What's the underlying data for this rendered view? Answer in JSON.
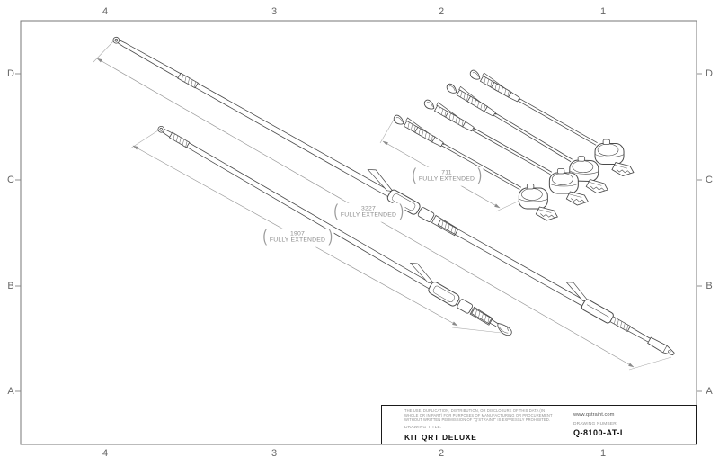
{
  "sheet": {
    "zones": {
      "columns": [
        "4",
        "3",
        "2",
        "1"
      ],
      "rows": [
        "D",
        "C",
        "B",
        "A"
      ]
    }
  },
  "punct": {
    "open": "(",
    "close": ")"
  },
  "dims": {
    "d711": {
      "value": "711",
      "note": "FULLY EXTENDED"
    },
    "d3227": {
      "value": "3227",
      "note": "FULLY EXTENDED"
    },
    "d1907": {
      "value": "1907",
      "note": "FULLY EXTENDED"
    }
  },
  "title_block": {
    "legal_line1": "THE USE, DUPLICATION, DISTRIBUTION, OR DISCLOSURE OF THIS DATA (IN",
    "legal_line2": "WHOLE OR IN PART) FOR PURPOSES OF MANUFACTURING OR PROCUREMENT",
    "legal_line3": "WITHOUT WRITTEN PERMISSION OF \"Q'STRAINT\" IS EXPRESSLY PROHIBITED.",
    "website": "www.qstraint.com",
    "drawing_title_label": "DRAWING TITLE:",
    "drawing_title": "KIT QRT DELUXE",
    "drawing_number_label": "DRAWING NUMBER:",
    "drawing_number": "Q-8100-AT-L"
  },
  "colors": {
    "line_art": "#4a4a4a",
    "dimension_line": "#9a9a9a",
    "muted_text": "#8c8c8c",
    "zone_text": "#666666",
    "strong_text": "#111111"
  }
}
